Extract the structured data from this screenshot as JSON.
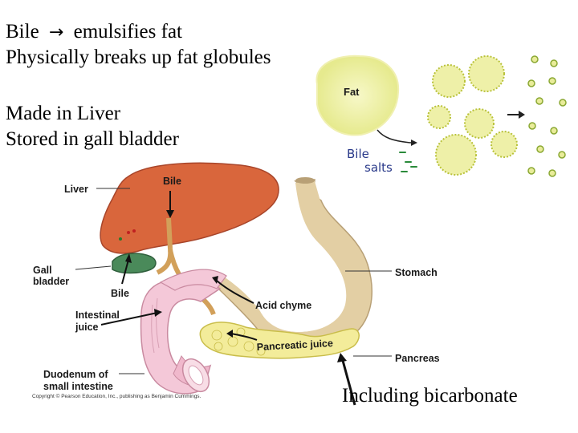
{
  "notes": {
    "line1_left": "Bile",
    "line1_right": "emulsifies fat",
    "line2": "Physically breaks up fat globules",
    "line3": "Made in Liver",
    "line4": "Stored in gall bladder",
    "bottom": "Including bicarbonate"
  },
  "emulsification": {
    "fat_label": "Fat",
    "bile_label": "Bile",
    "salts_label": "salts"
  },
  "anatomy": {
    "liver": "Liver",
    "bile_top": "Bile",
    "gall_1": "Gall",
    "gall_2": "bladder",
    "bile_bottom": "Bile",
    "intestinal_1": "Intestinal",
    "intestinal_2": "juice",
    "acid_chyme": "Acid chyme",
    "pancreatic_juice": "Pancreatic juice",
    "stomach": "Stomach",
    "pancreas": "Pancreas",
    "duodenum_1": "Duodenum of",
    "duodenum_2": "small intestine",
    "copyright": "Copyright © Pearson Education, Inc., publishing as Benjamin Cummings."
  },
  "colors": {
    "liver": "#d9663c",
    "gall_bladder": "#4a8a5a",
    "stomach": "#e3cfa4",
    "intestine": "#f4c8d8",
    "pancreas": "#f3ec9a",
    "fat": "#eef0a8",
    "fat_edge": "#b9c23a"
  }
}
